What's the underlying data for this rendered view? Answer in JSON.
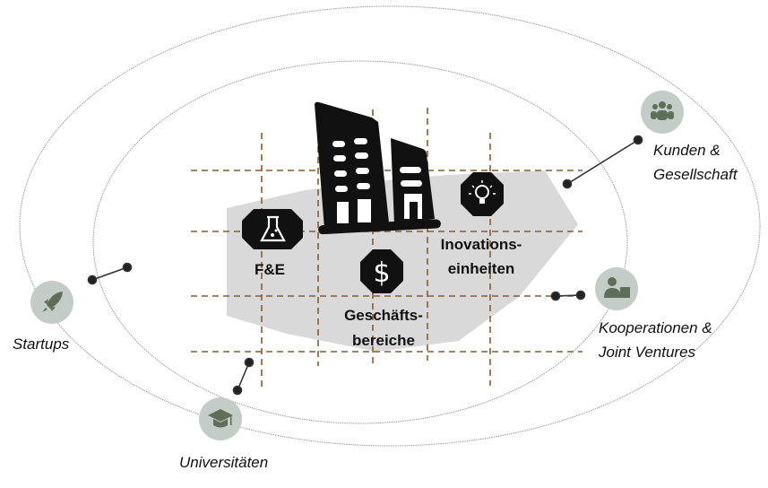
{
  "center": {
    "units": [
      {
        "icon": "flask-icon",
        "label": "F&E"
      },
      {
        "icon": "dollar-icon",
        "label_line1": "Geschäfts-",
        "label_line2": "bereiche"
      },
      {
        "icon": "lightbulb-icon",
        "label_line1": "Inovations-",
        "label_line2": "einheiten"
      }
    ],
    "building_icon": "office-building-icon"
  },
  "partners": [
    {
      "icon": "people-group-icon",
      "line1": "Kunden &",
      "line2": "Gesellschaft"
    },
    {
      "icon": "person-box-icon",
      "line1": "Kooperationen &",
      "line2": "Joint Ventures"
    },
    {
      "icon": "rocket-icon",
      "line1": "Startups"
    },
    {
      "icon": "graduation-cap-icon",
      "line1": "Universitäten"
    }
  ],
  "colors": {
    "dash": "#8B5A2B",
    "circle": "#C3CCC6",
    "icon": "#5E6E58",
    "region": "#D9D9D9"
  }
}
